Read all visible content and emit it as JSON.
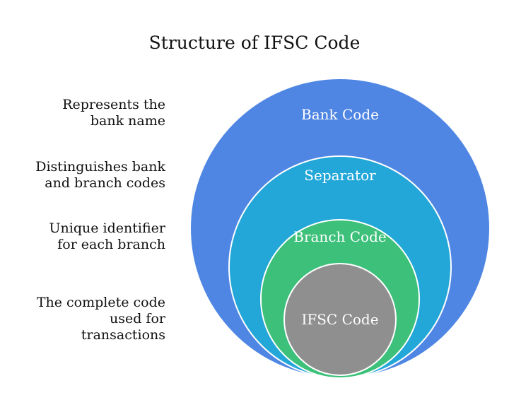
{
  "title": "Structure of IFSC Code",
  "layers": [
    {
      "label": "Bank Code",
      "color": "#4f86e3",
      "description": [
        "Represents the",
        "bank name"
      ]
    },
    {
      "label": "Separator",
      "color": "#22a7d8",
      "description": [
        "Distinguishes bank",
        "and branch codes"
      ]
    },
    {
      "label": "Branch Code",
      "color": "#3cc07a",
      "description": [
        "Unique identifier",
        "for each branch"
      ]
    },
    {
      "label": "IFSC Code",
      "color": "#8f8f8f",
      "description": [
        "The complete code",
        "used for",
        "transactions"
      ]
    }
  ]
}
